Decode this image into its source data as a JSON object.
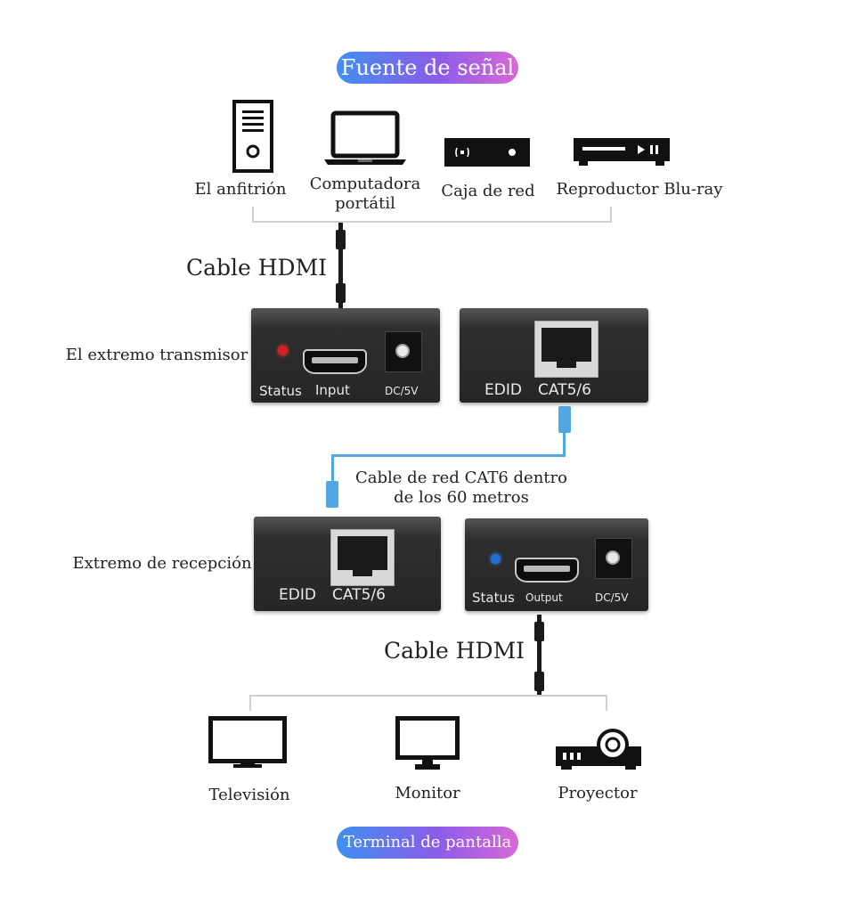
{
  "signal_source": {
    "title": "Fuente de señal",
    "devices": [
      {
        "label": "El anfitrión",
        "icon": "desktop-tower-icon"
      },
      {
        "label": "Computadora\nportátil",
        "icon": "laptop-icon"
      },
      {
        "label": "Caja de red",
        "icon": "network-box-icon"
      },
      {
        "label": "Reproductor Blu-ray",
        "icon": "bluray-player-icon"
      }
    ]
  },
  "hdmi_cable_top": "Cable HDMI",
  "transmitter": {
    "label": "El extremo transmisor",
    "left_panel": {
      "status": "Status",
      "input": "Input",
      "dc": "DC/5V"
    },
    "right_panel": {
      "edid": "EDID",
      "port": "CAT5/6"
    },
    "led_color": "#d42020"
  },
  "network_cable": {
    "text": "Cable de red CAT6 dentro\nde los 60 metros",
    "color": "#4fa9e0"
  },
  "receiver": {
    "label": "Extremo de recepción",
    "left_panel": {
      "edid": "EDID",
      "port": "CAT5/6"
    },
    "right_panel": {
      "status": "Status",
      "output": "Output",
      "dc": "DC/5V"
    },
    "led_color": "#1f6fd6"
  },
  "hdmi_cable_bottom": "Cable HDMI",
  "display_terminal": {
    "title": "Terminal de pantalla",
    "devices": [
      {
        "label": "Televisión",
        "icon": "television-icon"
      },
      {
        "label": "Monitor",
        "icon": "monitor-icon"
      },
      {
        "label": "Proyector",
        "icon": "projector-icon"
      }
    ]
  }
}
